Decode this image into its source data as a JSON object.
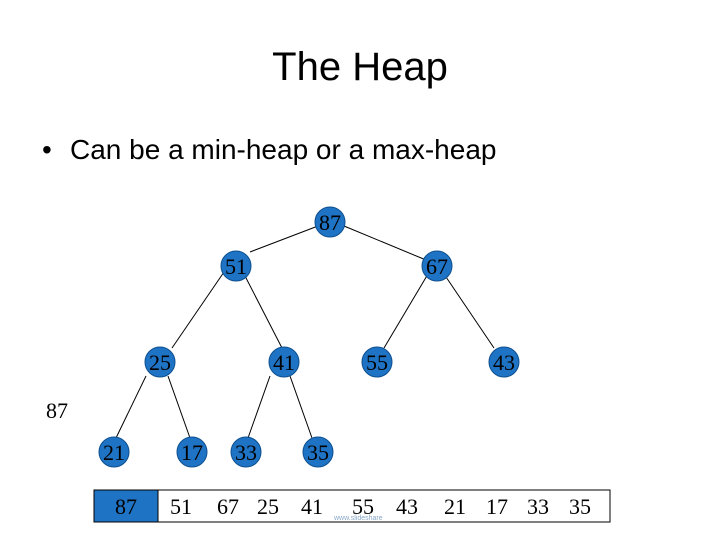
{
  "slide": {
    "title": "The Heap",
    "bullet": "Can be a min-heap or a max-heap",
    "bullet_symbol": "•"
  },
  "heap": {
    "nodes": [
      {
        "label": "87",
        "id": "root"
      },
      {
        "label": "51",
        "id": "n1"
      },
      {
        "label": "67",
        "id": "n2"
      },
      {
        "label": "25",
        "id": "n3"
      },
      {
        "label": "41",
        "id": "n4"
      },
      {
        "label": "55",
        "id": "n5"
      },
      {
        "label": "43",
        "id": "n6"
      },
      {
        "label": "21",
        "id": "n7"
      },
      {
        "label": "17",
        "id": "n8"
      },
      {
        "label": "33",
        "id": "n9"
      },
      {
        "label": "35",
        "id": "n10"
      }
    ],
    "side_label": "87",
    "node_color": "#1f73c4"
  },
  "array": {
    "cells": [
      "87",
      "51",
      "67",
      "25",
      "41",
      "55",
      "43",
      "21",
      "17",
      "33",
      "35"
    ],
    "watermark": "www.slideshare"
  }
}
